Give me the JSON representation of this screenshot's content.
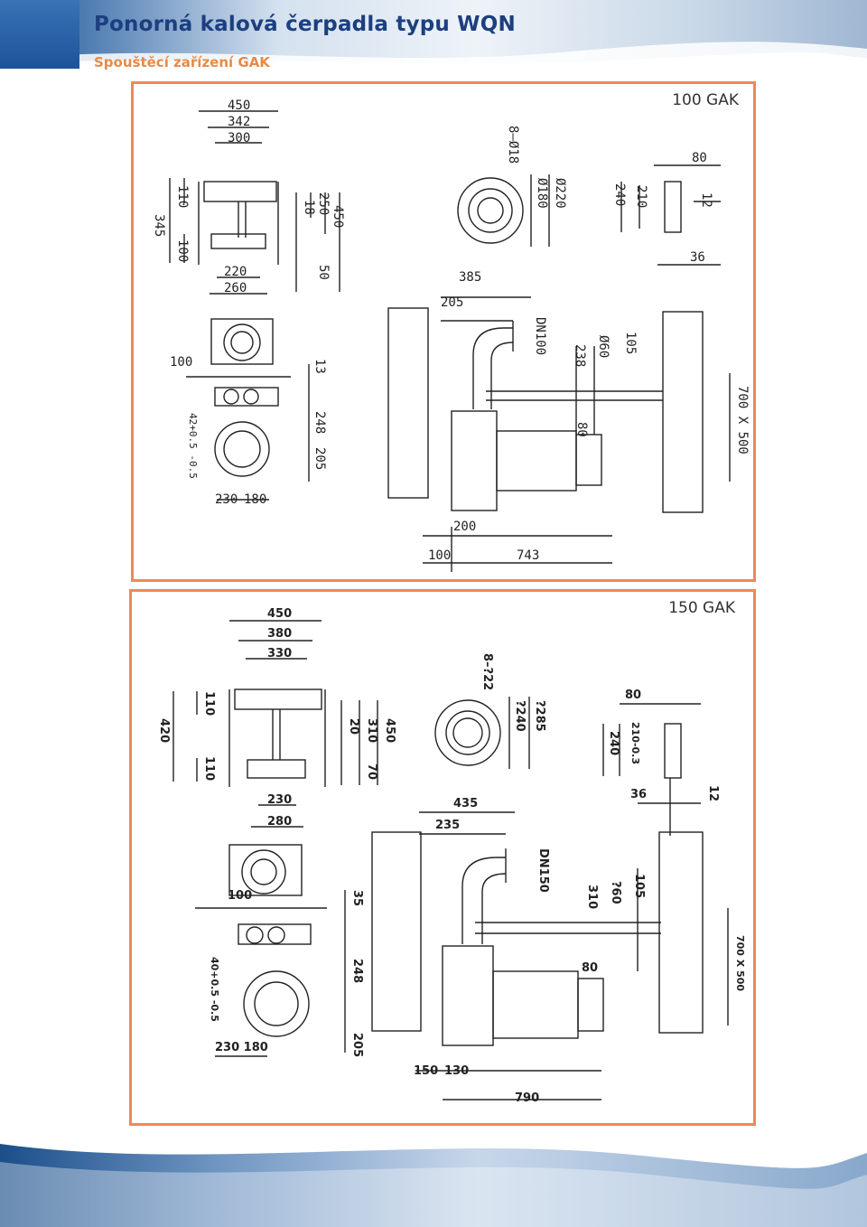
{
  "header": {
    "title": "Ponorná kalová čerpadla typu WQN",
    "subtitle": "Spouštěcí zařízení GAK"
  },
  "panels": [
    {
      "label": "100 GAK",
      "dims": {
        "top_width": [
          "450",
          "342",
          "300"
        ],
        "top_heights": [
          "110",
          "345",
          "100",
          "18",
          "250",
          "450",
          "50"
        ],
        "bottom_width": [
          "220",
          "260"
        ],
        "flange": [
          "8–Ø18",
          "Ø180",
          "Ø220"
        ],
        "bracket": [
          "80",
          "240",
          "210",
          "12",
          "36"
        ],
        "lengths": [
          "385",
          "205"
        ],
        "pipe": [
          "DN100",
          "238",
          "Ø60",
          "105",
          "80"
        ],
        "side": [
          "100",
          "13",
          "42+0.5 -0.5",
          "248",
          "205",
          "230",
          "180"
        ],
        "base": [
          "200",
          "100",
          "743"
        ],
        "pit": "700 X 500"
      }
    },
    {
      "label": "150 GAK",
      "dims": {
        "top_width": [
          "450",
          "380",
          "330"
        ],
        "top_heights": [
          "110",
          "420",
          "110",
          "20",
          "310",
          "450",
          "70"
        ],
        "bottom_width": [
          "230",
          "280"
        ],
        "flange": [
          "8–?22",
          "?240",
          "?285"
        ],
        "bracket": [
          "80",
          "240",
          "210-0.3",
          "36",
          "12"
        ],
        "lengths": [
          "435",
          "235"
        ],
        "pipe": [
          "DN150",
          "310",
          "?60",
          "105",
          "80"
        ],
        "side": [
          "100",
          "35",
          "40+0.5 -0.5",
          "248",
          "205",
          "230 180"
        ],
        "base": [
          "150",
          "130",
          "790"
        ],
        "pit": "700 X 500"
      }
    }
  ],
  "colors": {
    "brand_blue": "#1c3f80",
    "accent_orange": "#e88a45",
    "panel_border": "#ee8a52",
    "drawing_ink": "#222222"
  }
}
